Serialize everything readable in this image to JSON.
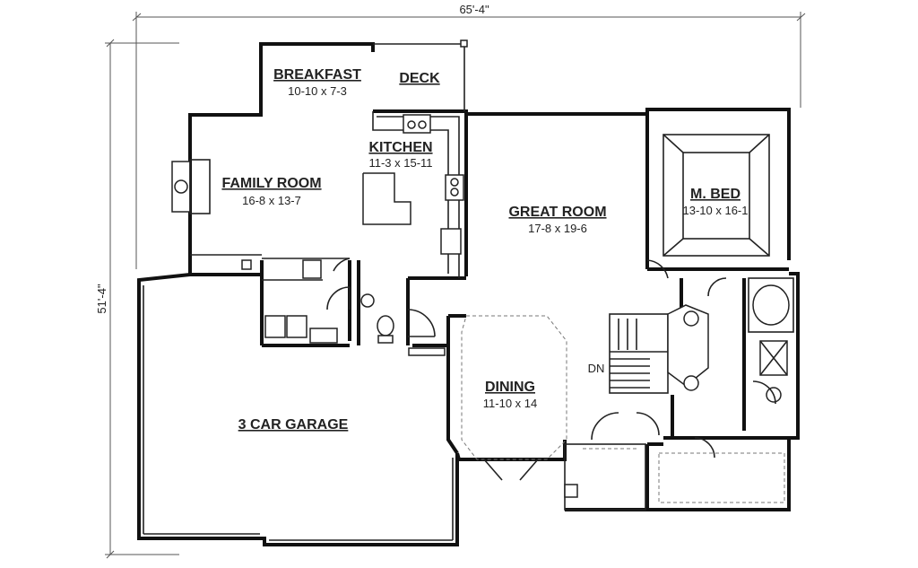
{
  "dimensions": {
    "width_label": "65'-4\"",
    "depth_label": "51'-4\""
  },
  "rooms": {
    "breakfast": {
      "name": "BREAKFAST",
      "size": "10-10 x 7-3"
    },
    "deck": {
      "name": "DECK"
    },
    "kitchen": {
      "name": "KITCHEN",
      "size": "11-3 x 15-11"
    },
    "family": {
      "name": "FAMILY ROOM",
      "size": "16-8 x 13-7"
    },
    "great": {
      "name": "GREAT ROOM",
      "size": "17-8 x 19-6"
    },
    "master": {
      "name": "M. BED",
      "size": "13-10 x 16-1"
    },
    "dining": {
      "name": "DINING",
      "size": "11-10 x 14"
    },
    "garage": {
      "name": "3 CAR GARAGE"
    }
  },
  "stair_label": "DN",
  "colors": {
    "wall": "#111111",
    "line": "#222222",
    "background": "#ffffff"
  }
}
